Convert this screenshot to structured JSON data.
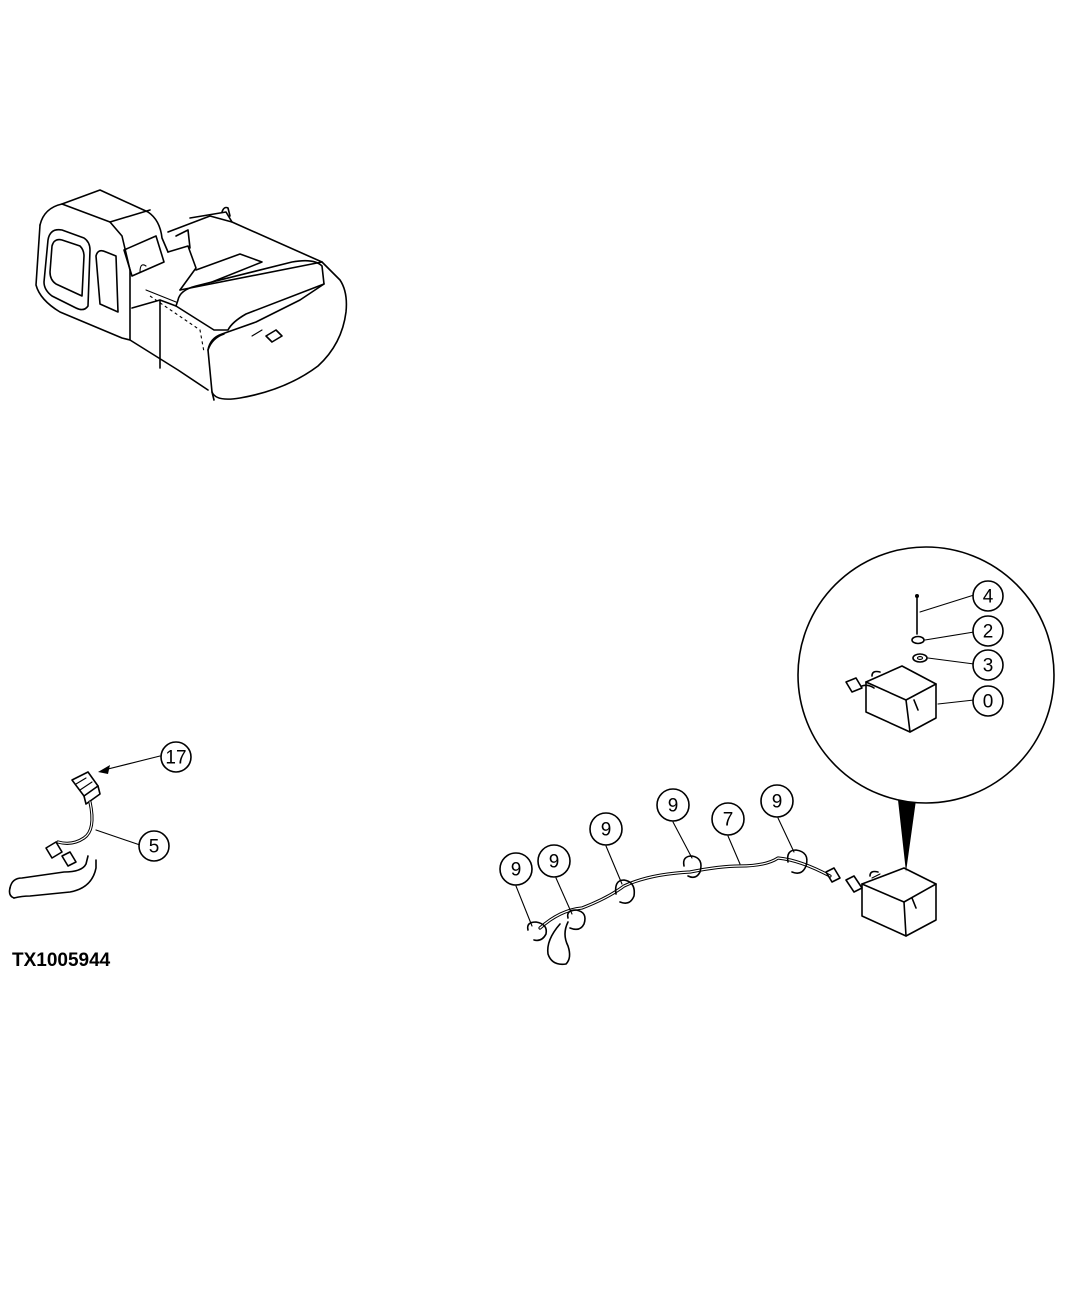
{
  "figure_id": "TX1005944",
  "callouts": [
    {
      "id": "c-17",
      "label": "17"
    },
    {
      "id": "c-5",
      "label": "5"
    },
    {
      "id": "c-9a",
      "label": "9"
    },
    {
      "id": "c-9b",
      "label": "9"
    },
    {
      "id": "c-9c",
      "label": "9"
    },
    {
      "id": "c-9d",
      "label": "9"
    },
    {
      "id": "c-7",
      "label": "7"
    },
    {
      "id": "c-9e",
      "label": "9"
    },
    {
      "id": "c-4",
      "label": "4"
    },
    {
      "id": "c-2",
      "label": "2"
    },
    {
      "id": "c-3",
      "label": "3"
    },
    {
      "id": "c-0",
      "label": "0"
    }
  ]
}
